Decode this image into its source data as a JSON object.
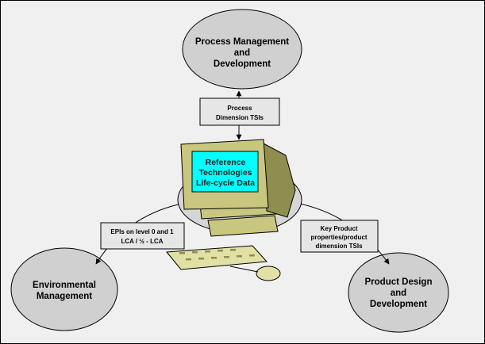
{
  "colors": {
    "background": "#f0f0f0",
    "ellipse_fill": "#d0d0d0",
    "box_fill": "#e6e6e6",
    "screen": "#00ffff",
    "monitor_body": "#c9c77f",
    "monitor_dark": "#8f8e4e",
    "keyboard": "#e1e0a5"
  },
  "nodes": {
    "top": {
      "line1": "Process Management",
      "line2": "and",
      "line3": "Development"
    },
    "left": {
      "line1": "Environmental",
      "line2": "Management"
    },
    "right": {
      "line1": "Product Design",
      "line2": "and",
      "line3": "Development"
    },
    "center": {
      "line1": "Reference",
      "line2": "Technologies",
      "line3": "Life-cycle Data"
    }
  },
  "labels": {
    "top": {
      "line1": "Process",
      "line2": "Dimension TSIs"
    },
    "left": {
      "line1": "EPIs on level 0 and 1",
      "line2": "LCA / ½ - LCA"
    },
    "right": {
      "line1": "Key Product",
      "line2": "properties/product",
      "line3": "dimension TSIs"
    }
  }
}
